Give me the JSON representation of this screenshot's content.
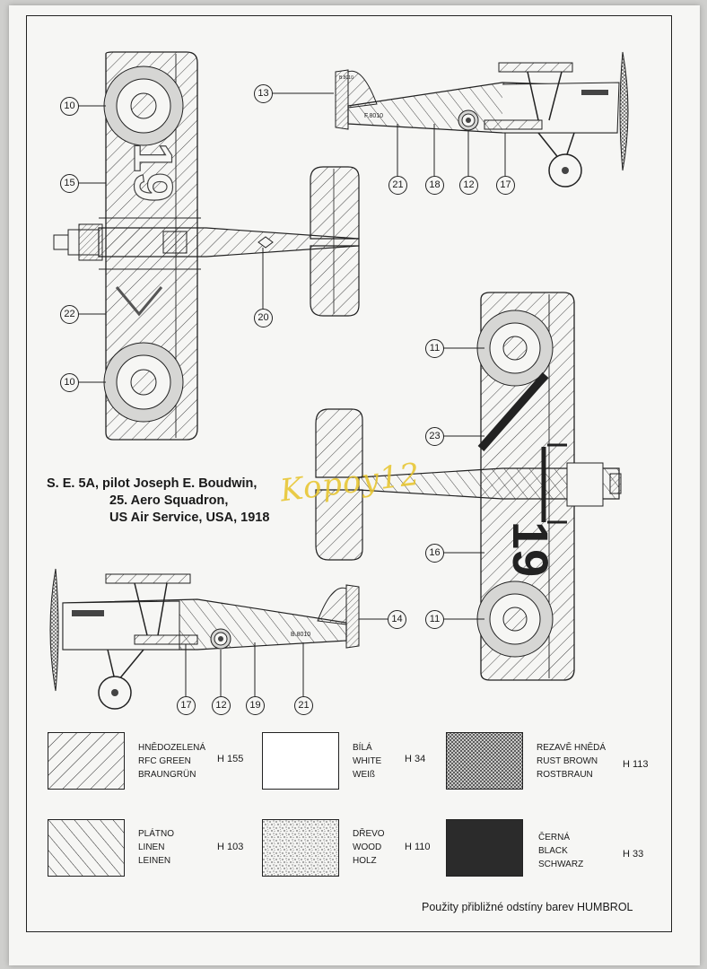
{
  "caption": {
    "line1": "S. E. 5A, pilot Joseph E. Boudwin,",
    "line2": "25. Aero Squadron,",
    "line3": "US Air Service, USA, 1918"
  },
  "watermark": "Kopoy12",
  "aircraft_markings": {
    "fuselage_serial": "F.8010",
    "fuselage_code": "B.8010",
    "tail_text": "B.8010",
    "wing_number": "19"
  },
  "callouts": [
    "10",
    "15",
    "22",
    "10",
    "20",
    "13",
    "21",
    "18",
    "12",
    "17",
    "11",
    "23",
    "16",
    "11",
    "14",
    "17",
    "12",
    "19",
    "21"
  ],
  "legend": [
    {
      "name": "rfc-green",
      "cz": "HNĚDOZELENÁ",
      "en": "RFC GREEN",
      "de": "BRAUNGRÜN",
      "code": "H 155",
      "color": "#f6f6f4"
    },
    {
      "name": "white",
      "cz": "BÍLÁ",
      "en": "WHITE",
      "de": "WEIß",
      "code": "H 34",
      "color": "#ffffff"
    },
    {
      "name": "rust-brown",
      "cz": "REZAVĚ HNĚDÁ",
      "en": "RUST BROWN",
      "de": "ROSTBRAUN",
      "code": "H 113",
      "color": "#d8d8d6"
    },
    {
      "name": "linen",
      "cz": "PLÁTNO",
      "en": "LINEN",
      "de": "LEINEN",
      "code": "H 103",
      "color": "#f6f6f4"
    },
    {
      "name": "wood",
      "cz": "DŘEVO",
      "en": "WOOD",
      "de": "HOLZ",
      "code": "H 110",
      "color": "#eeeeec"
    },
    {
      "name": "black",
      "cz": "ČERNÁ",
      "en": "BLACK",
      "de": "SCHWARZ",
      "code": "H 33",
      "color": "#2b2b2b"
    }
  ],
  "footer_note": "Použity přibližné odstíny barev HUMBROL"
}
